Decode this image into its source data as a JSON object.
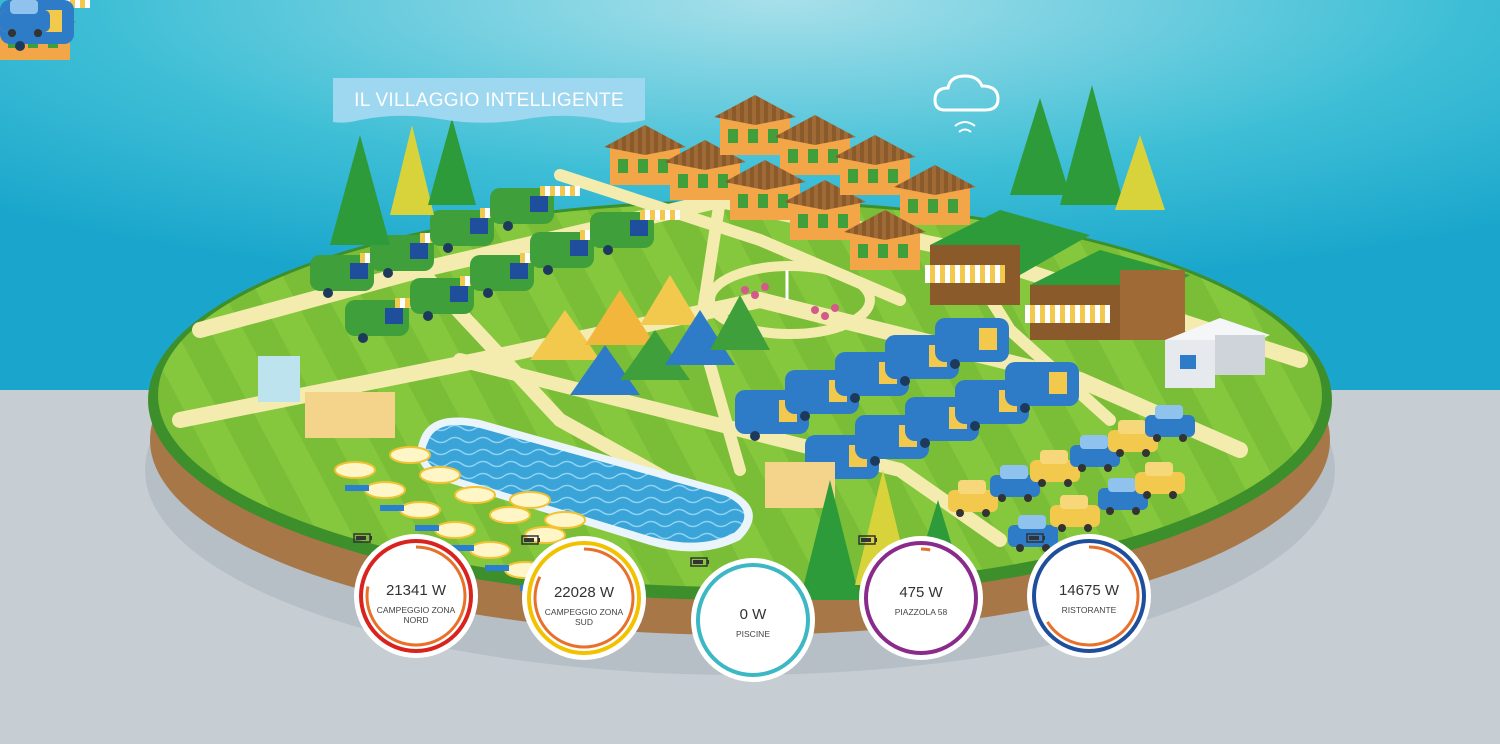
{
  "banner": {
    "title": "IL VILLAGGIO INTELLIGENTE"
  },
  "colors": {
    "sky": "#2fb5d2",
    "ground": "#c5ccd2",
    "grass": "#7cc23a",
    "path": "#f2e9a6",
    "pool": "#3aa3d8",
    "caravan_green": "#3f9f3a",
    "caravan_blue": "#2e7bc8"
  },
  "gauges": [
    {
      "id": "nord",
      "value": "21341 W",
      "label": "CAMPEGGIO ZONA NORD",
      "color": "#d9231e",
      "fill": 0.78,
      "icon": "battery-icon"
    },
    {
      "id": "sud",
      "value": "22028 W",
      "label": "CAMPEGGIO ZONA SUD",
      "color": "#f2c200",
      "fill": 0.82,
      "icon": "battery-icon"
    },
    {
      "id": "piscine",
      "value": "0 W",
      "label": "PISCINE",
      "color": "#3cb7c4",
      "fill": 0.0,
      "icon": "battery-icon"
    },
    {
      "id": "piazzola",
      "value": "475 W",
      "label": "PIAZZOLA 58",
      "color": "#8a2a8a",
      "fill": 0.03,
      "icon": "battery-icon"
    },
    {
      "id": "ristorante",
      "value": "14675 W",
      "label": "RISTORANTE",
      "color": "#1f4f9c",
      "fill": 0.66,
      "icon": "battery-icon"
    }
  ],
  "icons": {
    "cloud": "cloud-wifi-icon"
  }
}
